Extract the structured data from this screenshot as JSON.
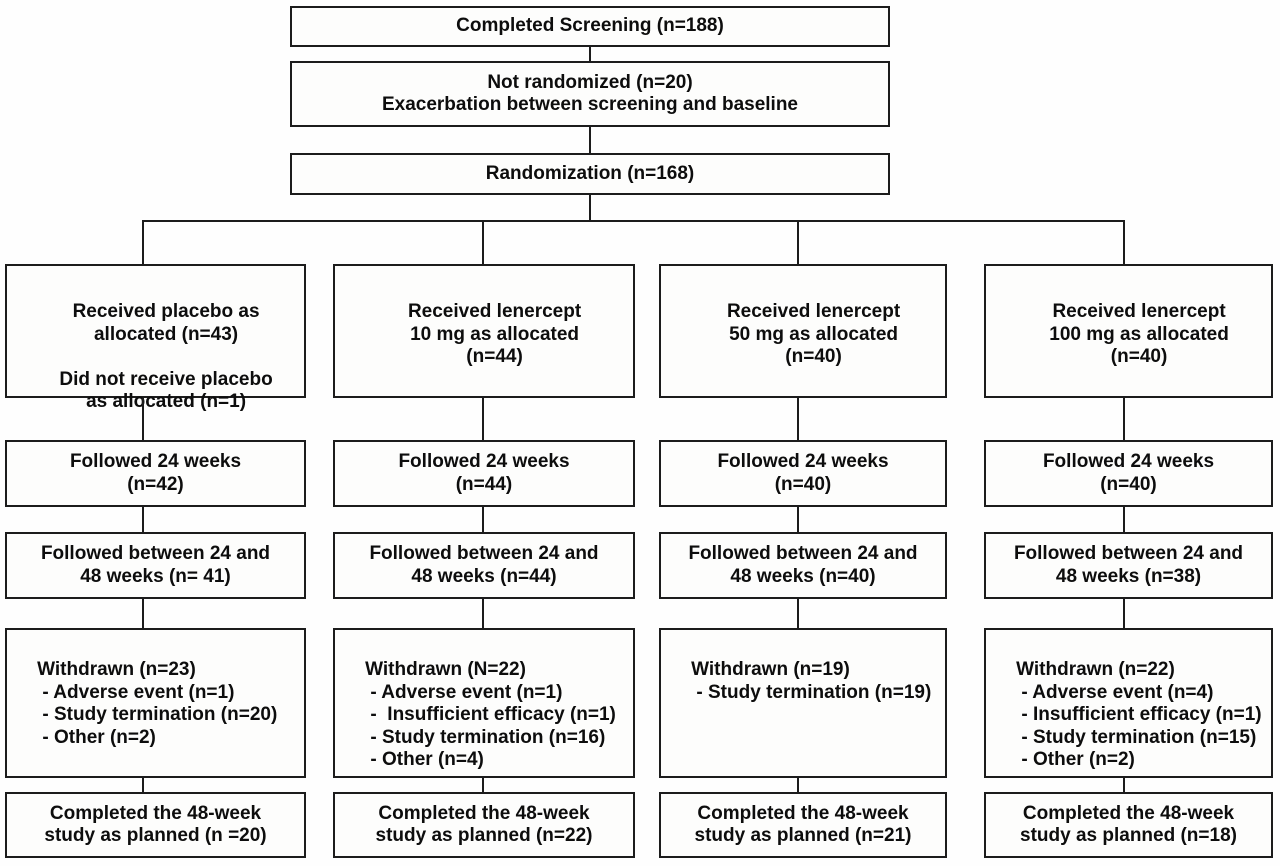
{
  "figure": {
    "title": "Lenercept 48-week study patient disposition flow diagram",
    "background_color": "#fefefe",
    "box_border_color": "#1c1c1c",
    "text_color": "#0d0d0d"
  },
  "top": {
    "screening": {
      "lines": [
        "Completed Screening (n=188)"
      ]
    },
    "not_randomized": {
      "lines": [
        "Not randomized (n=20)",
        "Exacerbation between screening and baseline"
      ]
    },
    "randomization": {
      "lines": [
        "Randomization (n=168)"
      ]
    }
  },
  "columns": [
    {
      "id": "placebo",
      "allocated": {
        "lines": [
          "Received placebo as",
          "allocated (n=43)",
          "",
          "Did not receive placebo",
          "as allocated (n=1)"
        ]
      },
      "followed_24": {
        "lines": [
          "Followed 24 weeks",
          "(n=42)"
        ]
      },
      "followed_24_48": {
        "lines": [
          "Followed between 24 and",
          "48 weeks (n= 41)"
        ]
      },
      "withdrawn": {
        "lines": [
          "Withdrawn (n=23)",
          " - Adverse event (n=1)",
          " - Study termination (n=20)",
          " - Other (n=2)"
        ]
      },
      "completed": {
        "lines": [
          "Completed the 48-week",
          "study as planned (n =20)"
        ]
      }
    },
    {
      "id": "lenercept-10mg",
      "allocated": {
        "lines": [
          "Received lenercept",
          "10 mg as allocated",
          "(n=44)"
        ]
      },
      "followed_24": {
        "lines": [
          "Followed 24 weeks",
          "(n=44)"
        ]
      },
      "followed_24_48": {
        "lines": [
          "Followed between 24 and",
          "48 weeks (n=44)"
        ]
      },
      "withdrawn": {
        "lines": [
          "Withdrawn (N=22)",
          " - Adverse event (n=1)",
          " -  Insufficient efficacy (n=1)",
          " - Study termination (n=16)",
          " - Other (n=4)"
        ]
      },
      "completed": {
        "lines": [
          "Completed the 48-week",
          "study as planned (n=22)"
        ]
      }
    },
    {
      "id": "lenercept-50mg",
      "allocated": {
        "lines": [
          "Received lenercept",
          "50 mg as allocated",
          "(n=40)"
        ]
      },
      "followed_24": {
        "lines": [
          "Followed 24 weeks",
          "(n=40)"
        ]
      },
      "followed_24_48": {
        "lines": [
          "Followed between 24 and",
          "48 weeks (n=40)"
        ]
      },
      "withdrawn": {
        "lines": [
          "Withdrawn (n=19)",
          " - Study termination (n=19)"
        ]
      },
      "completed": {
        "lines": [
          "Completed the 48-week",
          "study as planned (n=21)"
        ]
      }
    },
    {
      "id": "lenercept-100mg",
      "allocated": {
        "lines": [
          "Received lenercept",
          "100 mg as allocated",
          "(n=40)"
        ]
      },
      "followed_24": {
        "lines": [
          "Followed 24 weeks",
          "(n=40)"
        ]
      },
      "followed_24_48": {
        "lines": [
          "Followed between 24 and",
          "48 weeks (n=38)"
        ]
      },
      "withdrawn": {
        "lines": [
          "Withdrawn (n=22)",
          " - Adverse event (n=4)",
          " - Insufficient efficacy (n=1)",
          " - Study termination (n=15)",
          " - Other (n=2)"
        ]
      },
      "completed": {
        "lines": [
          "Completed the 48-week",
          "study as planned (n=18)"
        ]
      }
    }
  ]
}
